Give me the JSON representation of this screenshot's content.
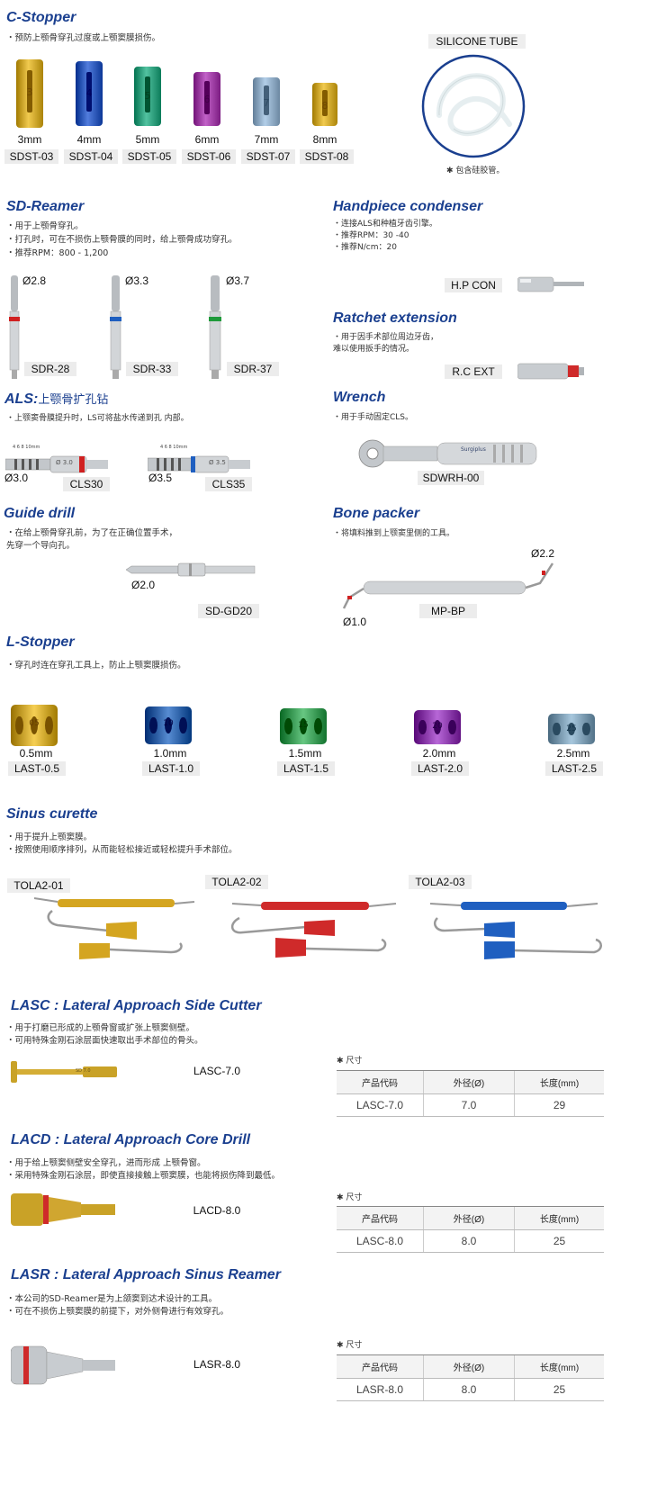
{
  "cstopper": {
    "title": "C-Stopper",
    "bullets": [
      "・预防上颚骨穿孔过度或上颚窦膜损伤。"
    ],
    "items": [
      {
        "size": "3mm",
        "code": "SDST-03",
        "color": "#c9a227",
        "num": "3"
      },
      {
        "size": "4mm",
        "code": "SDST-04",
        "color": "#2a55b5",
        "num": "4"
      },
      {
        "size": "5mm",
        "code": "SDST-05",
        "color": "#2a9a78",
        "num": "5"
      },
      {
        "size": "6mm",
        "code": "SDST-06",
        "color": "#9a3aa0",
        "num": "6"
      },
      {
        "size": "7mm",
        "code": "SDST-07",
        "color": "#8aa6c0",
        "num": "7"
      },
      {
        "size": "8mm",
        "code": "SDST-08",
        "color": "#c9a227",
        "num": "8"
      }
    ]
  },
  "silicone": {
    "label": "SILICONE TUBE",
    "note": "✱ 包含硅胶管。"
  },
  "sdreamer": {
    "title": "SD-Reamer",
    "bullets": [
      "・用于上颚骨穿孔。",
      "・打孔时，可在不损伤上颚骨膜的同时，给上颚骨成功穿孔。",
      "・推荐RPM：800 - 1,200"
    ],
    "items": [
      {
        "dia": "Ø2.8",
        "code": "SDR-28",
        "color": "#d02020"
      },
      {
        "dia": "Ø3.3",
        "code": "SDR-33",
        "color": "#1f5fc0"
      },
      {
        "dia": "Ø3.7",
        "code": "SDR-37",
        "color": "#1f9a3a"
      }
    ]
  },
  "handpiece": {
    "title": "Handpiece condenser",
    "bullets": [
      "・连接ALS和种植牙齿引擎。",
      "・推荐RPM：30 -40",
      "・推荐N/cm：20"
    ],
    "code": "H.P CON"
  },
  "ratchet": {
    "title": "Ratchet extension",
    "bullets": [
      "・用于因手术部位周边牙齿，",
      "  难以使用扳手的情况。"
    ],
    "code": "R.C EXT"
  },
  "als": {
    "title": "ALS:",
    "title_cn": "上颚骨扩孔钻",
    "bullets": [
      "・上颚窦骨膜提升时，LS可将盐水传递到孔 内部。"
    ],
    "items": [
      {
        "dia": "Ø3.0",
        "code": "CLS30",
        "ring": "#d02020",
        "marks": "4 6 8 10mm",
        "tag": "Ø 3.0"
      },
      {
        "dia": "Ø3.5",
        "code": "CLS35",
        "ring": "#1f5fc0",
        "marks": "4 6 8 10mm",
        "tag": "Ø 3.5"
      }
    ]
  },
  "wrench": {
    "title": "Wrench",
    "bullets": [
      "・用于手动固定CLS。"
    ],
    "code": "SDWRH-00",
    "brand": "Surgiplus"
  },
  "guide": {
    "title": "Guide drill",
    "bullets": [
      "・在给上颚骨穿孔前，为了在正确位置手术，",
      "  先穿一个导向孔。"
    ],
    "dia": "Ø2.0",
    "code": "SD-GD20"
  },
  "bonepacker": {
    "title": "Bone packer",
    "bullets": [
      "・将填料推到上颚窦里侧的工具。"
    ],
    "dia_top": "Ø2.2",
    "dia_bottom": "Ø1.0",
    "code": "MP-BP"
  },
  "lstopper": {
    "title": "L-Stopper",
    "bullets": [
      "・穿孔时连在穿孔工具上，防止上颚窦膜损伤。"
    ],
    "items": [
      {
        "size": "0.5mm",
        "code": "LAST-0.5",
        "color": "#c9a227",
        "num": "05"
      },
      {
        "size": "1.0mm",
        "code": "LAST-1.0",
        "color": "#2a5fa5",
        "num": "10"
      },
      {
        "size": "1.5mm",
        "code": "LAST-1.5",
        "color": "#3a9a55",
        "num": "15"
      },
      {
        "size": "2.0mm",
        "code": "LAST-2.0",
        "color": "#8a3aaa",
        "num": "20"
      },
      {
        "size": "2.5mm",
        "code": "LAST-2.5",
        "color": "#7a9ab0",
        "num": "25"
      }
    ]
  },
  "curette": {
    "title": "Sinus curette",
    "bullets": [
      "・用于提升上颚窦膜。",
      "・按照使用顺序排列，从而能轻松接近或轻松提升手术部位。"
    ],
    "items": [
      {
        "code": "TOLA2-01",
        "color": "#d4a520"
      },
      {
        "code": "TOLA2-02",
        "color": "#cf2a2a"
      },
      {
        "code": "TOLA2-03",
        "color": "#1f5fc0"
      }
    ]
  },
  "lasc": {
    "title": "LASC : Lateral Approach Side Cutter",
    "bullets": [
      "・用于打磨已形成的上颚骨窗或扩张上颚窦侧壁。",
      "・可用特殊金刚石涂层面快速取出手术部位的骨头。"
    ],
    "code": "LASC-7.0",
    "engrave": "SD 7.0",
    "note": "✱ 尺寸",
    "table": {
      "headers": [
        "产品代码",
        "外径(Ø)",
        "长度(mm)"
      ],
      "row": [
        "LASC-7.0",
        "7.0",
        "29"
      ]
    }
  },
  "lacd": {
    "title": "LACD : Lateral Approach Core Drill",
    "bullets": [
      "・用于给上颚窦侧壁安全穿孔，进而形成 上颚骨窗。",
      "・采用特殊金刚石涂层，即使直接接触上颚窦膜，也能将损伤降到最低。"
    ],
    "code": "LACD-8.0",
    "note": "✱ 尺寸",
    "table": {
      "headers": [
        "产品代码",
        "外径(Ø)",
        "长度(mm)"
      ],
      "row": [
        "LASC-8.0",
        "8.0",
        "25"
      ]
    }
  },
  "lasr": {
    "title": "LASR : Lateral Approach Sinus Reamer",
    "bullets": [
      "・本公司的SD-Reamer是为上颌窦到达术设计的工具。",
      "・可在不损伤上颚窦膜的前提下，对外侧骨进行有效穿孔。"
    ],
    "code": "LASR-8.0",
    "note": "✱ 尺寸",
    "table": {
      "headers": [
        "产品代码",
        "外径(Ø)",
        "长度(mm)"
      ],
      "row": [
        "LASR-8.0",
        "8.0",
        "25"
      ]
    }
  }
}
